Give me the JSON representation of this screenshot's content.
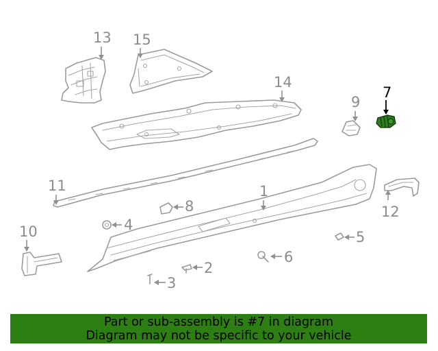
{
  "callouts": {
    "c1": "1",
    "c2": "2",
    "c3": "3",
    "c4": "4",
    "c5": "5",
    "c6": "6",
    "c7": "7",
    "c8": "8",
    "c9": "9",
    "c10": "10",
    "c11": "11",
    "c12": "12",
    "c13": "13",
    "c14": "14",
    "c15": "15"
  },
  "highlighted_part": "7",
  "colors": {
    "banner_bg": "#2d7f14",
    "highlight_fill": "#2e7d1e",
    "line_art": "#9a9a9a"
  },
  "footer": {
    "line1": "Part or sub-assembly is #7 in diagram",
    "line2": "Diagram may not be specific to your vehicle"
  }
}
